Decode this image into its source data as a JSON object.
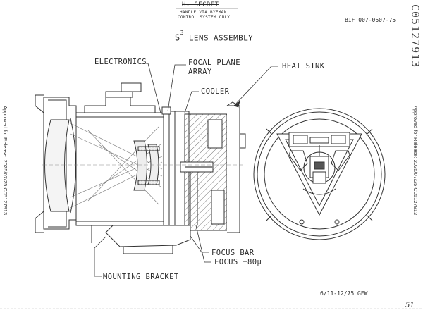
{
  "header": {
    "classification": "H‐ SECRET",
    "handle_line1": "HANDLE VIA BYEMAN",
    "handle_line2": "CONTROL SYSTEM ONLY",
    "doc_ref": "BIF 007-0607-75"
  },
  "title": {
    "prefix": "S",
    "superscript": "3",
    "rest": "LENS ASSEMBLY"
  },
  "labels": {
    "electronics": "ELECTRONICS",
    "focal_plane_1": "FOCAL PLANE",
    "focal_plane_2": "ARRAY",
    "heat_sink": "HEAT SINK",
    "cooler": "COOLER",
    "focus_bar": "FOCUS BAR",
    "focus_range": "FOCUS ±80μ",
    "mounting_bracket": "MOUNTING BRACKET"
  },
  "margins": {
    "left_release": "Approved for Release: 2025/07/25 C05127913",
    "right_release": "Approved for Release: 2025/07/25 C05127913",
    "doc_number": "C05127913"
  },
  "footer": {
    "date_initials": "6/11-12/75  GFW",
    "page_number": "51"
  }
}
